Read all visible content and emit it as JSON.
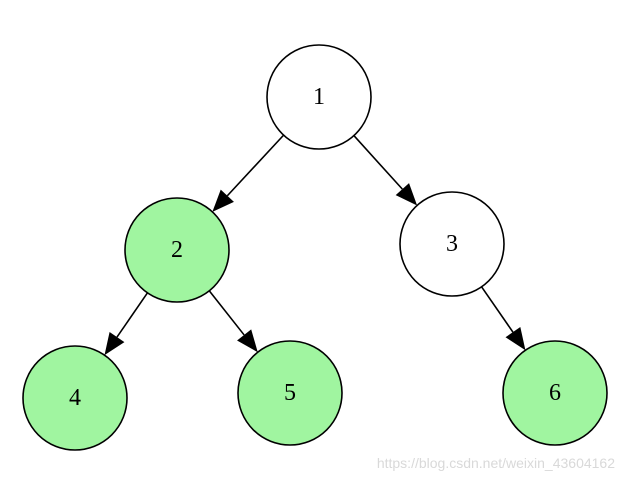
{
  "diagram": {
    "type": "binary-tree",
    "nodes": [
      {
        "id": "1",
        "label": "1",
        "highlighted": false
      },
      {
        "id": "2",
        "label": "2",
        "highlighted": true
      },
      {
        "id": "3",
        "label": "3",
        "highlighted": false
      },
      {
        "id": "4",
        "label": "4",
        "highlighted": true
      },
      {
        "id": "5",
        "label": "5",
        "highlighted": true
      },
      {
        "id": "6",
        "label": "6",
        "highlighted": true
      }
    ],
    "edges": [
      {
        "from": "1",
        "to": "2"
      },
      {
        "from": "1",
        "to": "3"
      },
      {
        "from": "2",
        "to": "4"
      },
      {
        "from": "2",
        "to": "5"
      },
      {
        "from": "3",
        "to": "6"
      }
    ],
    "colors": {
      "highlight_fill": "#a0f5a0",
      "default_fill": "#ffffff",
      "stroke": "#000000"
    }
  },
  "watermark": "https://blog.csdn.net/weixin_43604162"
}
